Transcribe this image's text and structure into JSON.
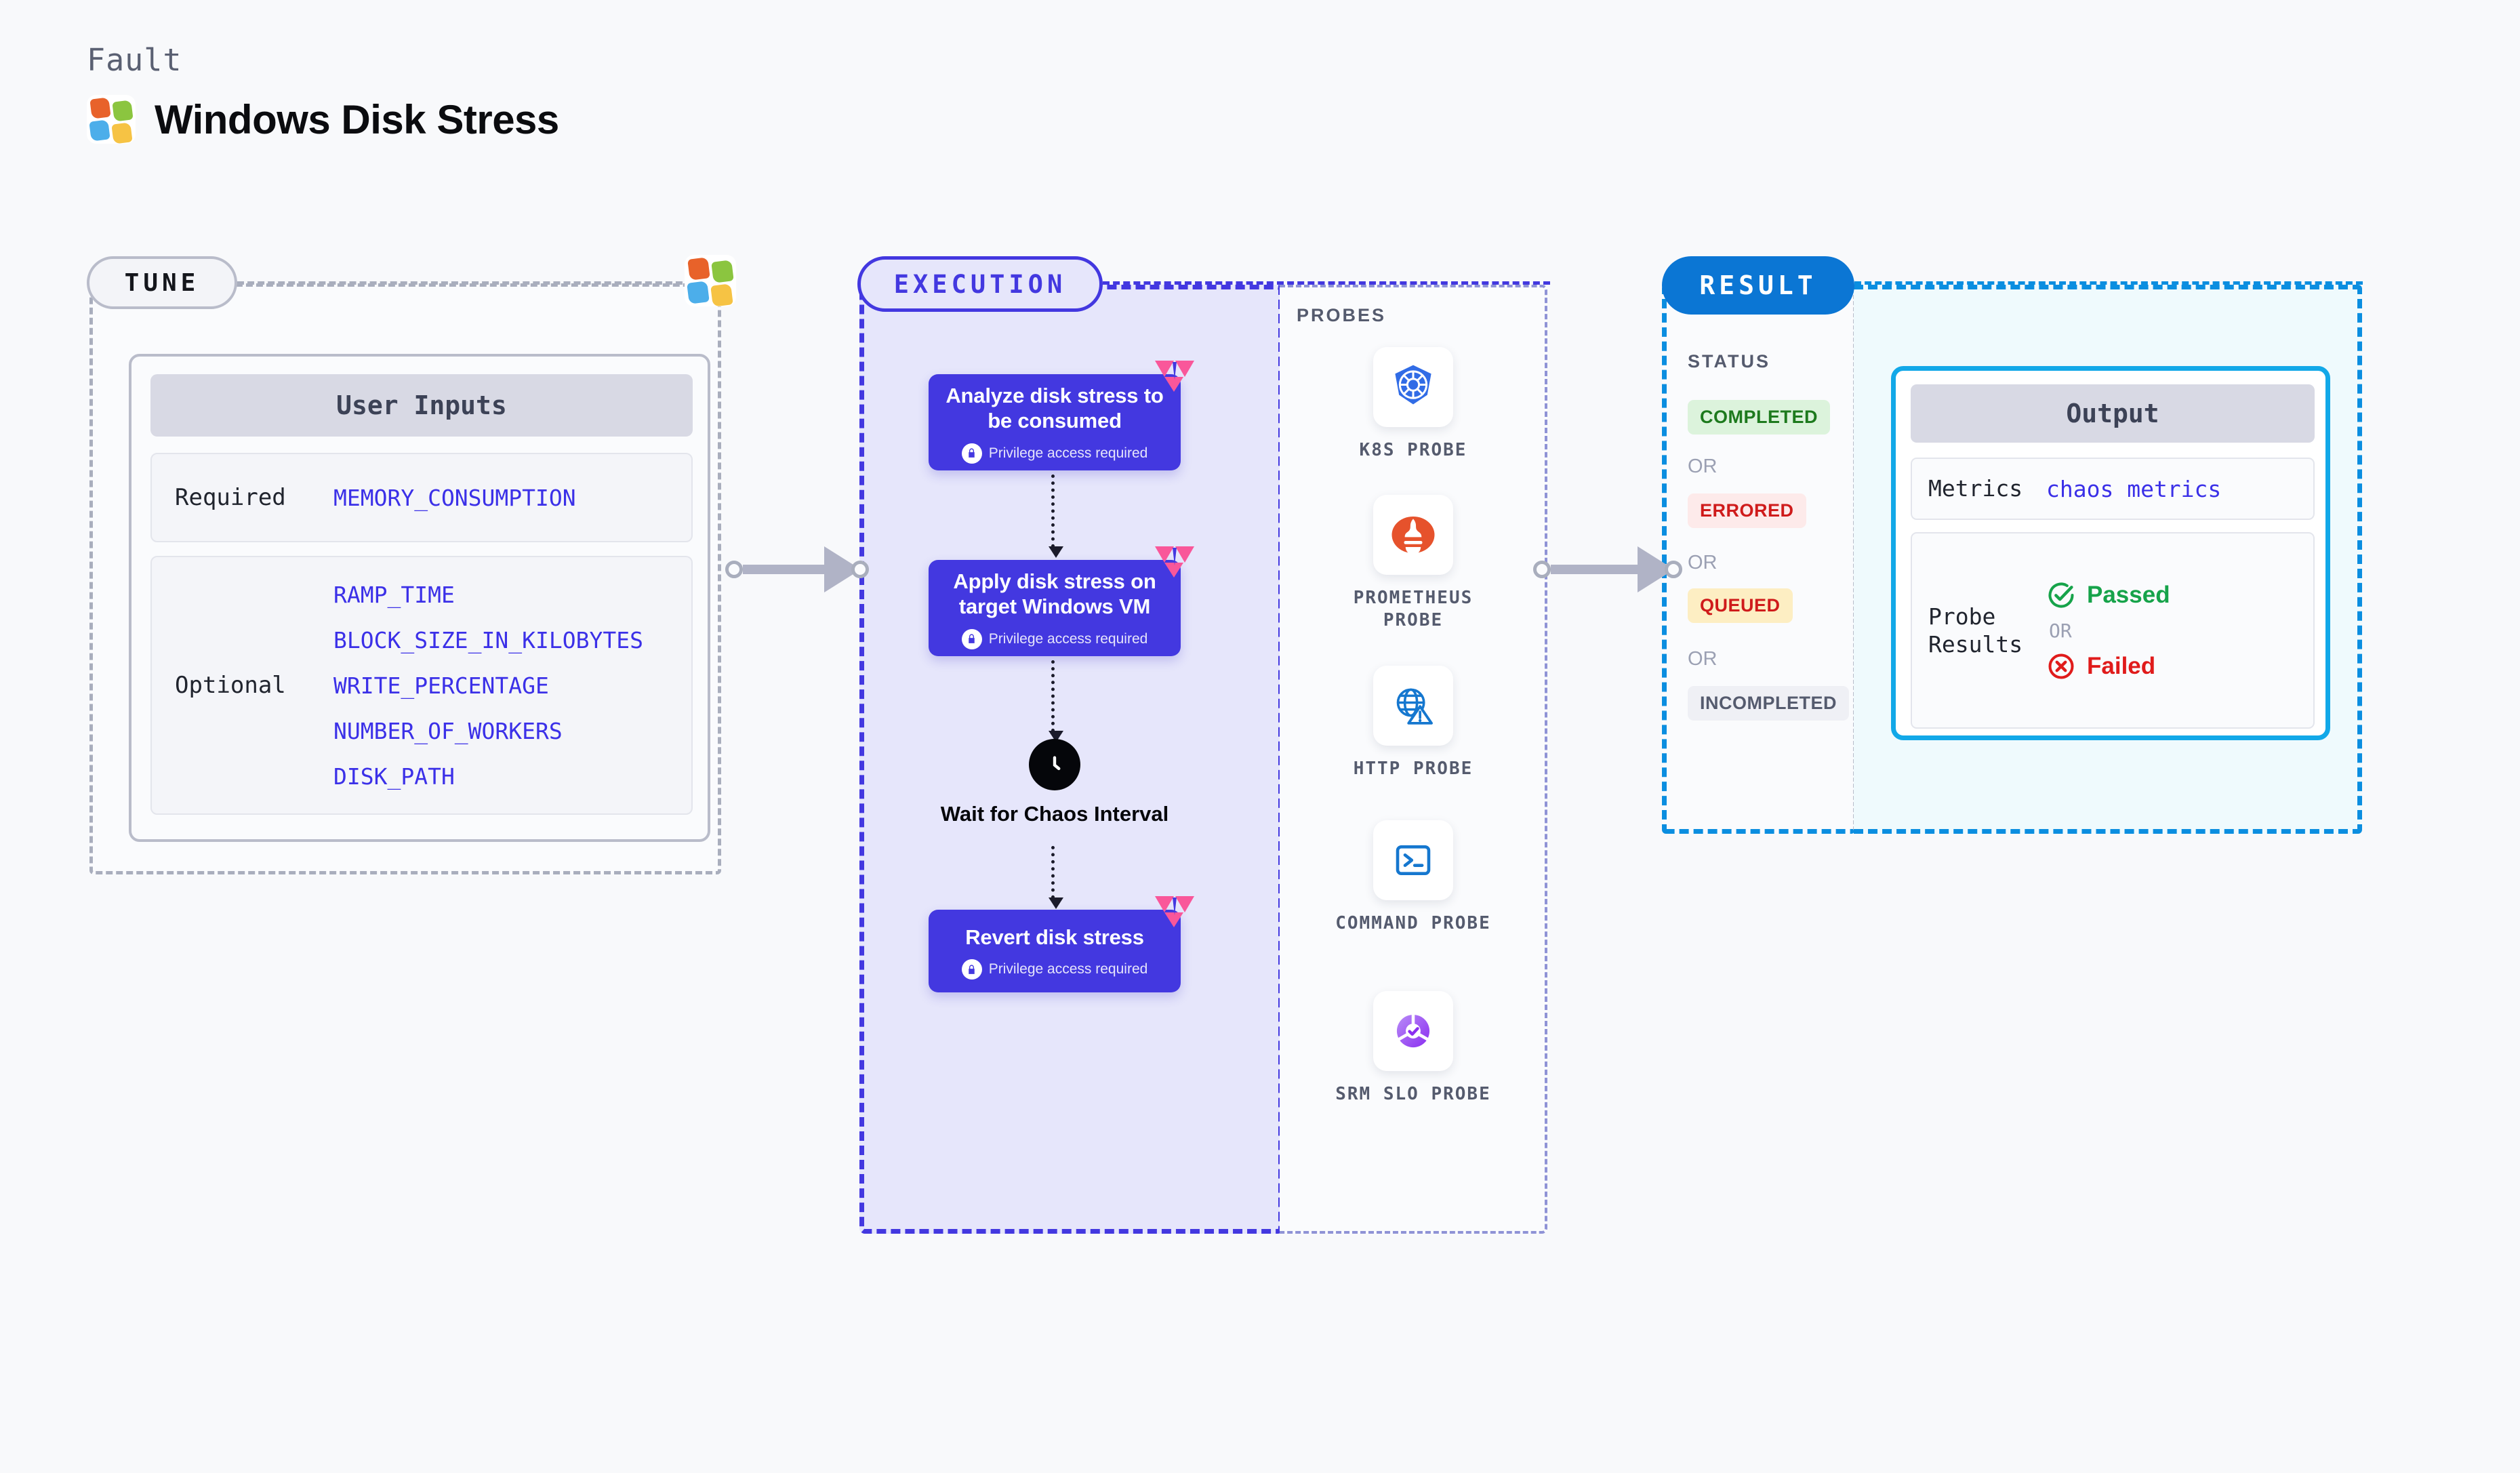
{
  "header": {
    "kicker": "Fault",
    "title": "Windows Disk Stress",
    "logo_icon": "windows-logo-icon"
  },
  "tune": {
    "pill_label": "TUNE",
    "corner_icon": "windows-logo-icon",
    "card": {
      "title": "User Inputs",
      "groups": [
        {
          "label": "Required",
          "values": [
            "MEMORY_CONSUMPTION"
          ]
        },
        {
          "label": "Optional",
          "values": [
            "RAMP_TIME",
            "BLOCK_SIZE_IN_KILOBYTES",
            "WRITE_PERCENTAGE",
            "NUMBER_OF_WORKERS",
            "DISK_PATH"
          ]
        }
      ]
    }
  },
  "execution": {
    "pill_label": "EXECUTION",
    "privilege_note": "Privilege access required",
    "privilege_icon": "lock-icon",
    "chaos_badge_icon": "litmus-chaos-badge-icon",
    "steps": [
      {
        "title": "Analyze disk stress to be consumed",
        "privileged": true
      },
      {
        "title": "Apply disk stress on target Windows VM",
        "privileged": true
      },
      {
        "title": "Revert disk stress",
        "privileged": true
      }
    ],
    "wait_node": {
      "icon": "clock-icon",
      "label": "Wait for Chaos Interval"
    }
  },
  "probes": {
    "title": "PROBES",
    "items": [
      {
        "label": "K8S PROBE",
        "icon": "kubernetes-icon"
      },
      {
        "label": "PROMETHEUS PROBE",
        "icon": "prometheus-icon"
      },
      {
        "label": "HTTP PROBE",
        "icon": "http-globe-warning-icon"
      },
      {
        "label": "COMMAND PROBE",
        "icon": "terminal-icon"
      },
      {
        "label": "SRM SLO PROBE",
        "icon": "srm-slo-icon"
      }
    ]
  },
  "result": {
    "pill_label": "RESULT",
    "status": {
      "title": "STATUS",
      "or_label": "OR",
      "badges": [
        {
          "label": "COMPLETED",
          "tone": "completed"
        },
        {
          "label": "ERRORED",
          "tone": "errored"
        },
        {
          "label": "QUEUED",
          "tone": "queued"
        },
        {
          "label": "INCOMPLETED",
          "tone": "incompleted"
        }
      ]
    },
    "output": {
      "title": "Output",
      "metrics_label": "Metrics",
      "metrics_value": "chaos metrics",
      "probe_results_label": "Probe Results",
      "or_label": "OR",
      "passed_label": "Passed",
      "passed_icon": "check-circle-icon",
      "failed_label": "Failed",
      "failed_icon": "x-circle-icon"
    }
  },
  "colors": {
    "page_bg": "#f8f9fb",
    "execution_accent": "#4338e0",
    "execution_fill": "#e6e6fb",
    "result_accent": "#0b8ee0",
    "result_pill": "#0b76d4",
    "output_fill": "#effafd",
    "output_border": "#12a8e8",
    "tune_accent": "#a9aebd",
    "mono_value": "#3b30e8",
    "chaos_badge": "#f9579a",
    "passed": "#16a34a",
    "failed": "#e01b1b",
    "completed_bg": "#dcf3dc",
    "completed_fg": "#1d7a1d",
    "errored_bg": "#fdeaea",
    "errored_fg": "#cf1b1b",
    "queued_bg": "#fdeec3",
    "queued_fg": "#cf1b1b",
    "incompleted_bg": "#eff0f5",
    "incompleted_fg": "#555b6e"
  }
}
